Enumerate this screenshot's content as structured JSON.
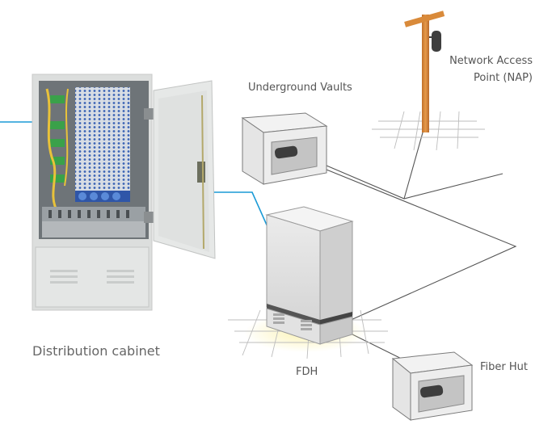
{
  "labels": {
    "distribution_cabinet": "Distribution cabinet",
    "underground_vaults": "Underground Vaults",
    "nap_line1": "Network Access",
    "nap_line2": "Point (NAP)",
    "fdh": "FDH",
    "fiber_hut": "Fiber Hut"
  },
  "colors": {
    "callout": "#1a9ad6",
    "connector": "#555555",
    "cabinet_body": "#e2e4e3",
    "pole": "#d98a3a",
    "glow": "#fbf2b0"
  },
  "icons": {
    "cabinet": "distribution-cabinet-photo",
    "vault": "underground-vault-box",
    "pole": "utility-pole",
    "fdh": "fdh-cabinet",
    "hut": "fiber-hut-box"
  }
}
